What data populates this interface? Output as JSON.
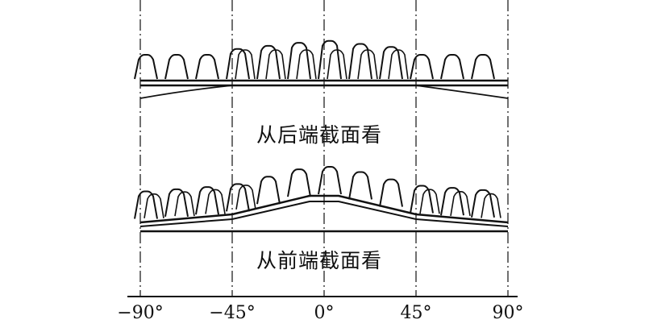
{
  "captions": {
    "rear_view": "从后端截面看",
    "front_view": "从前端截面看"
  },
  "axis_ticks": [
    "−90°",
    "−45°",
    "0°",
    "45°",
    "90°"
  ]
}
